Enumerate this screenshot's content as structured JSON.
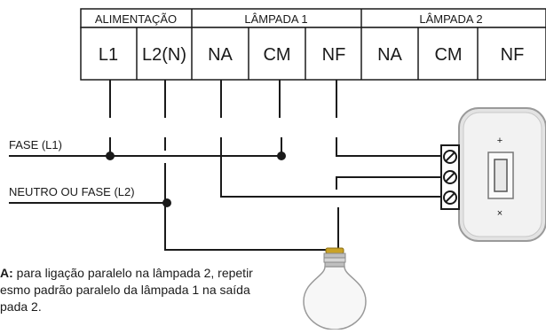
{
  "terminal_block": {
    "groups": [
      {
        "label": "ALIMENTAÇÃO",
        "terminals": [
          "L1",
          "L2(N)"
        ]
      },
      {
        "label": "LÂMPADA 1",
        "terminals": [
          "NA",
          "CM",
          "NF"
        ]
      },
      {
        "label": "LÂMPADA 2",
        "terminals": [
          "NA",
          "CM",
          "NF"
        ]
      }
    ]
  },
  "wire_labels": {
    "fase": "FASE (L1)",
    "neutro": "NEUTRO OU FASE (L2)"
  },
  "note": {
    "prefix": "A:",
    "line1": "para ligação paralelo na lâmpada 2, repetir",
    "line2": "esmo padrão paralelo da lâmpada 1 na saída",
    "line3": "pada 2."
  },
  "icons": {
    "switch": "light-switch-icon",
    "bulb": "light-bulb-icon"
  }
}
